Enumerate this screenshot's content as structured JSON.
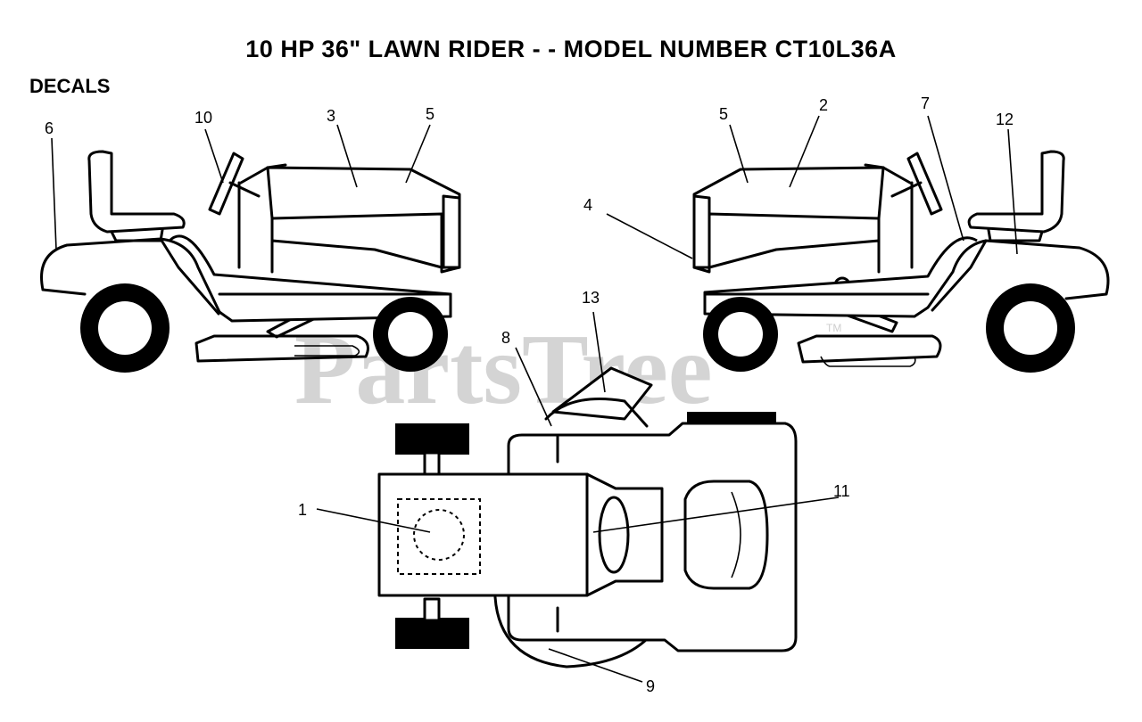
{
  "title": "10 HP 36\" LAWN RIDER - - MODEL NUMBER CT10L36A",
  "section_label": "DECALS",
  "watermark": {
    "text": "PartsTree",
    "tm": "TM"
  },
  "callouts": [
    "1",
    "2",
    "3",
    "4",
    "5",
    "5",
    "6",
    "7",
    "8",
    "9",
    "10",
    "11",
    "12",
    "13"
  ]
}
